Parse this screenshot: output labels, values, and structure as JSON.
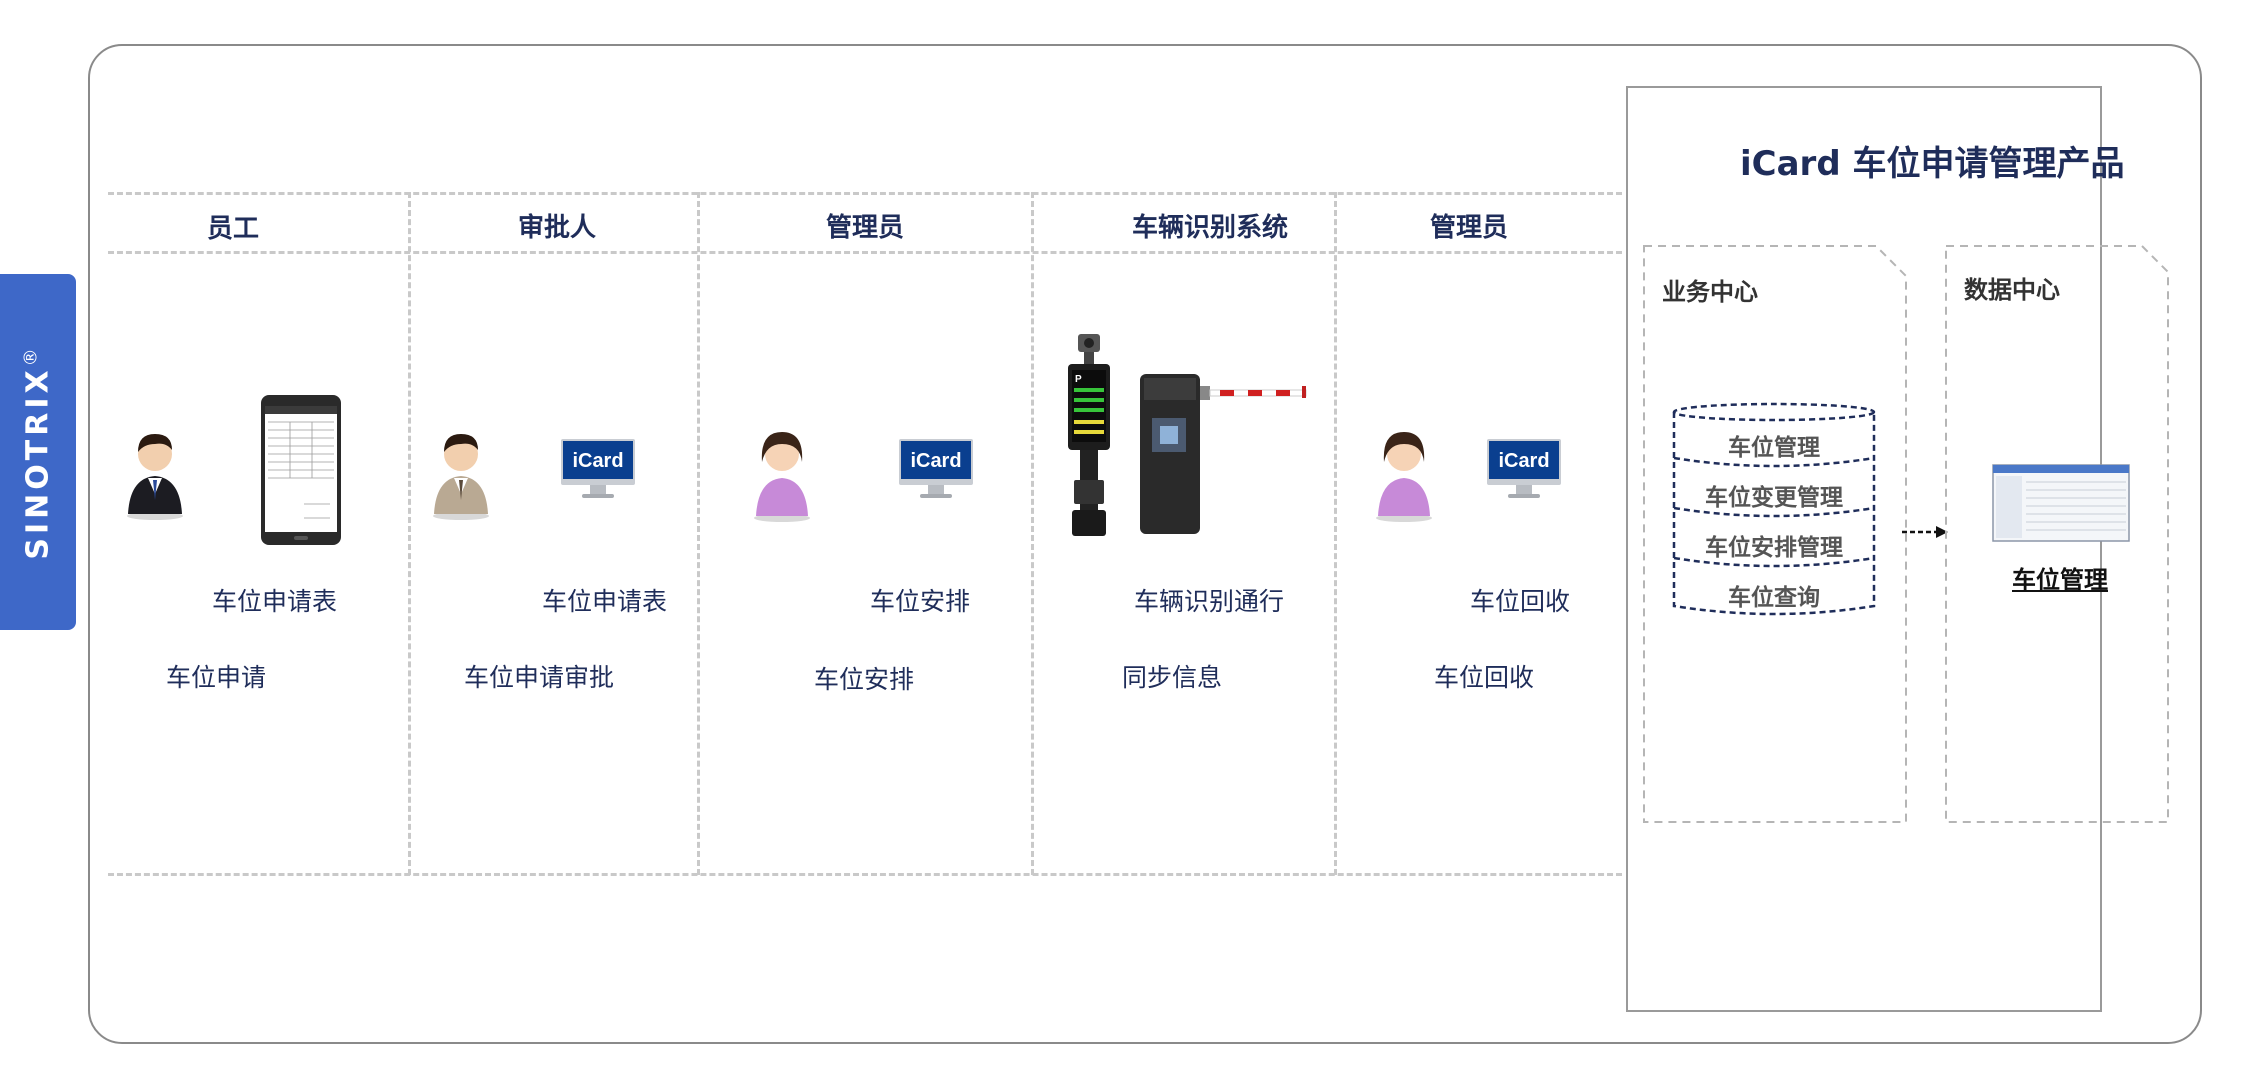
{
  "brand": {
    "name": "SINOTRIX",
    "mark": "®"
  },
  "lanes": [
    {
      "title": "员工",
      "top_step": "车位申请表",
      "bottom_step": "车位申请",
      "actor": "male-dark-suit",
      "device": "phone-form"
    },
    {
      "title": "审批人",
      "top_step": "车位申请表",
      "bottom_step": "车位申请审批",
      "actor": "male-light-suit",
      "device": "icard-monitor"
    },
    {
      "title": "管理员",
      "top_step": "车位安排",
      "bottom_step": "车位安排",
      "actor": "female-admin",
      "device": "icard-monitor"
    },
    {
      "title": "车辆识别系统",
      "top_step": "车辆识别通行",
      "bottom_step": "同步信息",
      "actor": "none",
      "device": "parking-gate"
    },
    {
      "title": "管理员",
      "top_step": "车位回收",
      "bottom_step": "车位回收",
      "actor": "female-admin",
      "device": "icard-monitor"
    }
  ],
  "monitor_brand": "iCard",
  "product": {
    "title": "iCard 车位申请管理产品",
    "business_center": {
      "title": "业务中心",
      "modules": [
        "车位管理",
        "车位变更管理",
        "车位安排管理",
        "车位查询"
      ]
    },
    "data_center": {
      "title": "数据中心",
      "label": "车位管理"
    }
  },
  "colors": {
    "brand_blue": "#3e68c8",
    "title_navy": "#1f2d5a",
    "db_border": "#1f2d5a",
    "divider_gray": "#c9c9c9"
  }
}
